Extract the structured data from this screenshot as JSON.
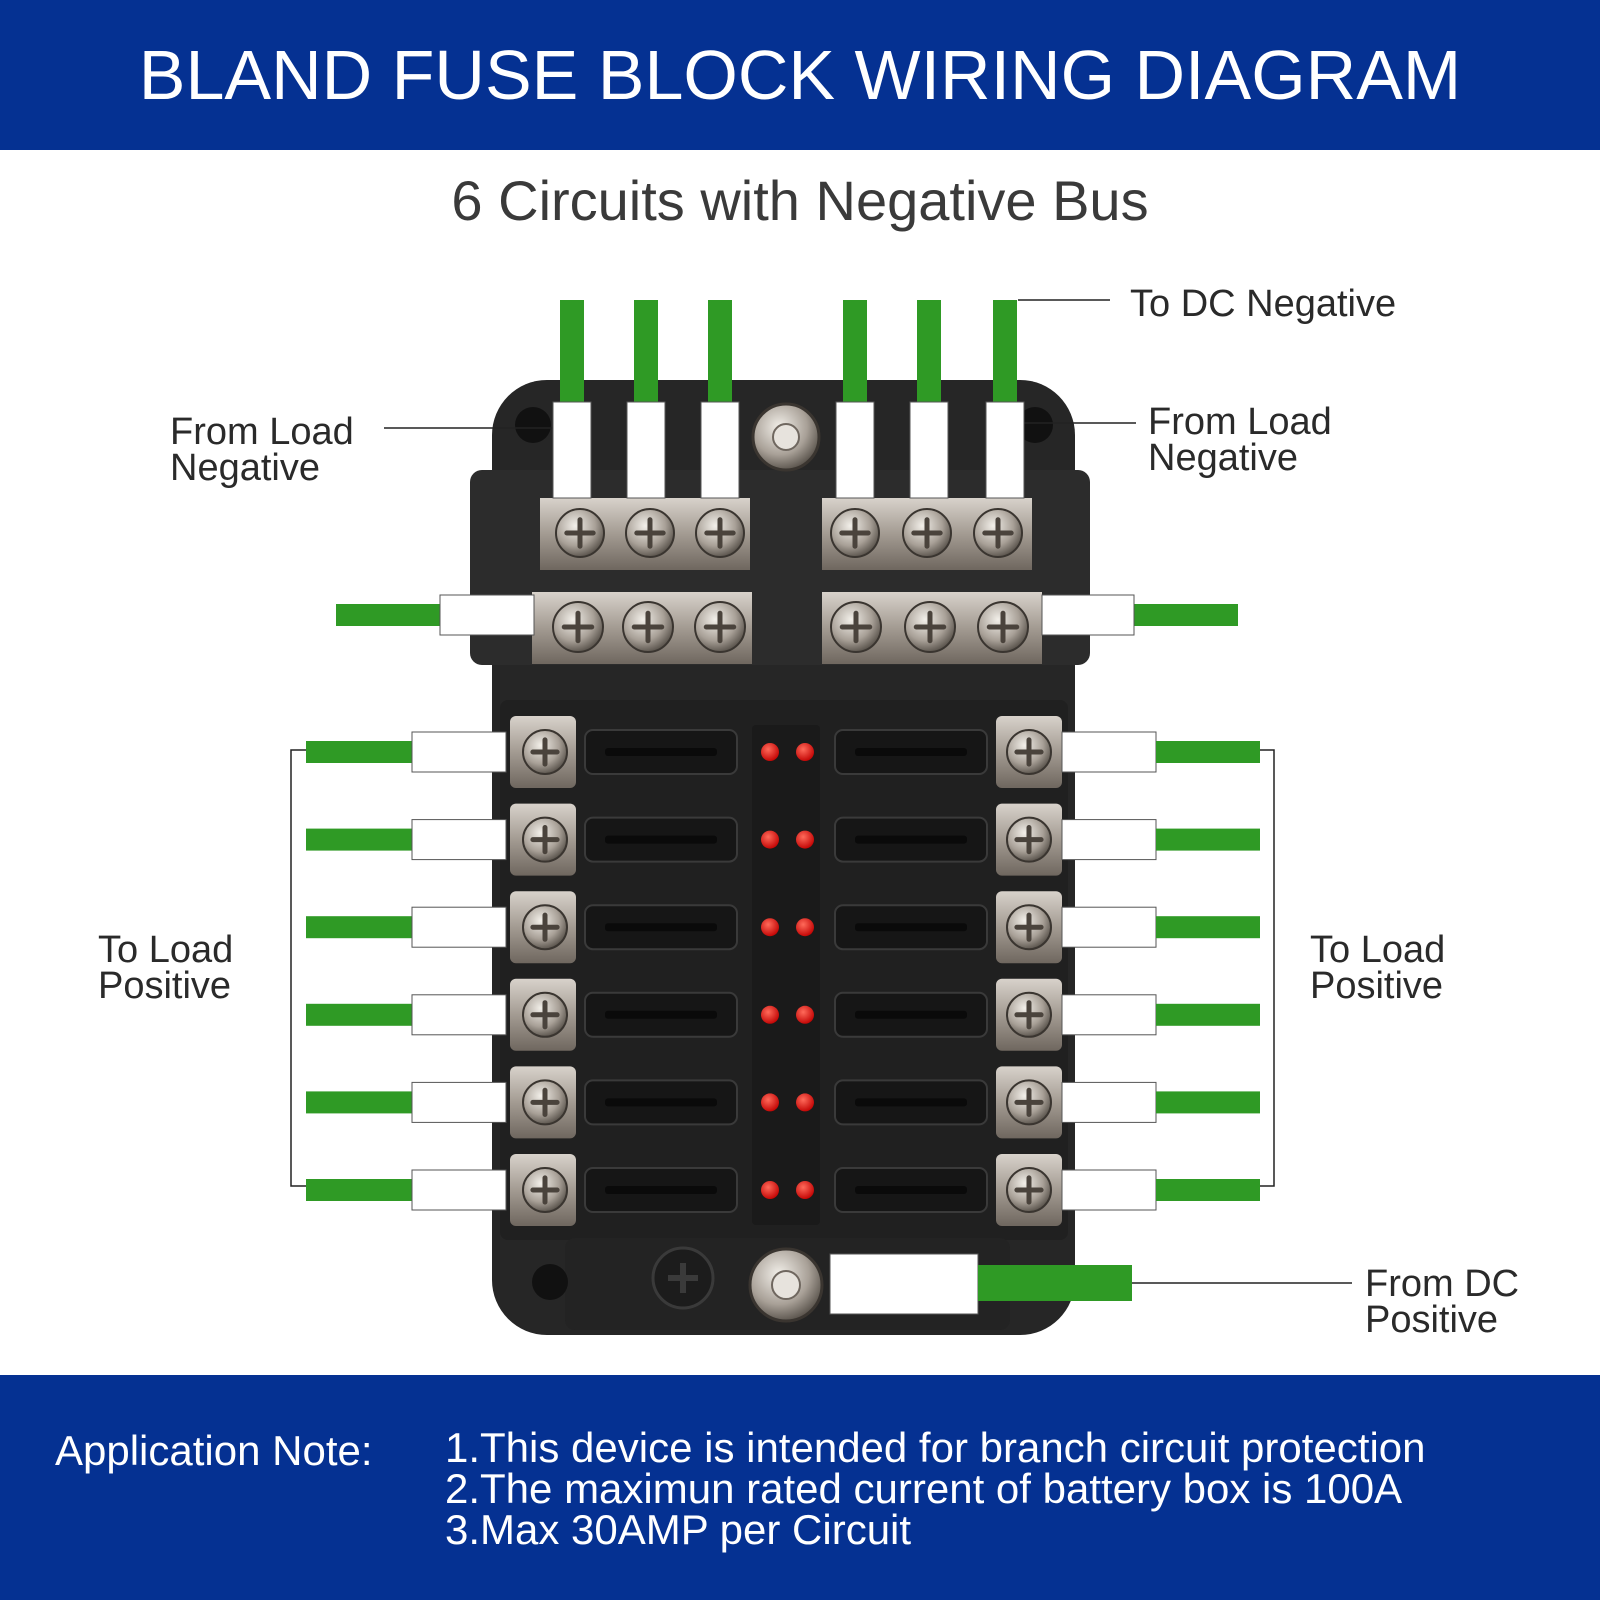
{
  "title": "BLAND FUSE BLOCK WIRING DIAGRAM",
  "subtitle": "6 Circuits with Negative Bus",
  "labels": {
    "to_dc_negative": "To DC Negative",
    "from_load_negative_left": [
      "From Load",
      "Negative"
    ],
    "from_load_negative_right": [
      "From Load",
      "Negative"
    ],
    "to_load_positive_left": [
      "To Load",
      "Positive"
    ],
    "to_load_positive_right": [
      "To Load",
      "Positive"
    ],
    "from_dc_positive": [
      "From DC",
      "Positive"
    ]
  },
  "note": {
    "label": "Application Note:",
    "lines": [
      "1.This device is intended for branch circuit protection",
      "2.The maximun rated current of battery box is 100A",
      "3.Max 30AMP per Circuit"
    ]
  },
  "colors": {
    "header_bg": "#053192",
    "wire_green": "#2f9a25",
    "block_body": "#262626",
    "led_red": "#e01010",
    "terminal_metal": "#a39b92"
  },
  "circuit_count": 6
}
